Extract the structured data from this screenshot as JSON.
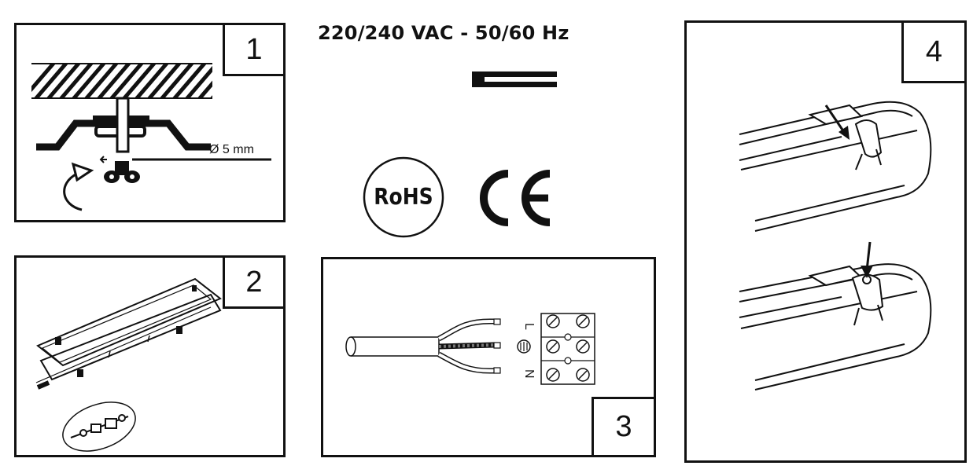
{
  "voltage_label": "220/240 VAC - 50/60 Hz",
  "steps": [
    {
      "number": "1",
      "annotation": "Ø 5 mm"
    },
    {
      "number": "2"
    },
    {
      "number": "3",
      "terminals": [
        "L",
        "N"
      ]
    },
    {
      "number": "4"
    }
  ],
  "marks": {
    "rohs": "RoHS",
    "ce": "CE"
  },
  "icons": [
    "ceiling-mount-icon",
    "dc-symbol-icon",
    "rohs-mark-icon",
    "ce-mark-icon",
    "terminal-block-icon",
    "luminaire-icon",
    "clip-icon"
  ]
}
